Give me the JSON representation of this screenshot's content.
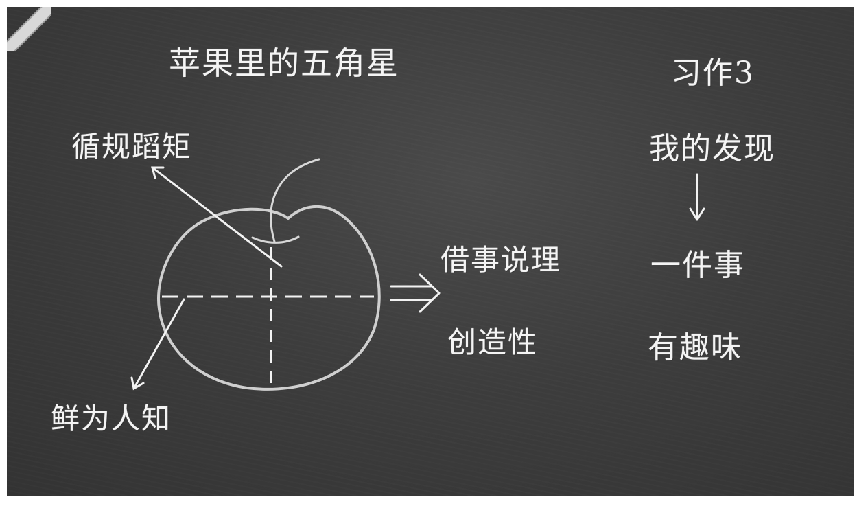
{
  "board": {
    "title": "苹果里的五角星",
    "left_labels": {
      "top": "循规蹈矩",
      "bottom": "鲜为人知"
    },
    "middle": {
      "line1": "借事说理",
      "line2": "创造性"
    },
    "right": {
      "heading": "习作3",
      "topic": "我的发现",
      "item1": "一件事",
      "item2": "有趣味"
    }
  },
  "colors": {
    "board": "#3d3d3d",
    "chalk": "#f4f4f4",
    "apple_outline": "#cfcfcf"
  }
}
